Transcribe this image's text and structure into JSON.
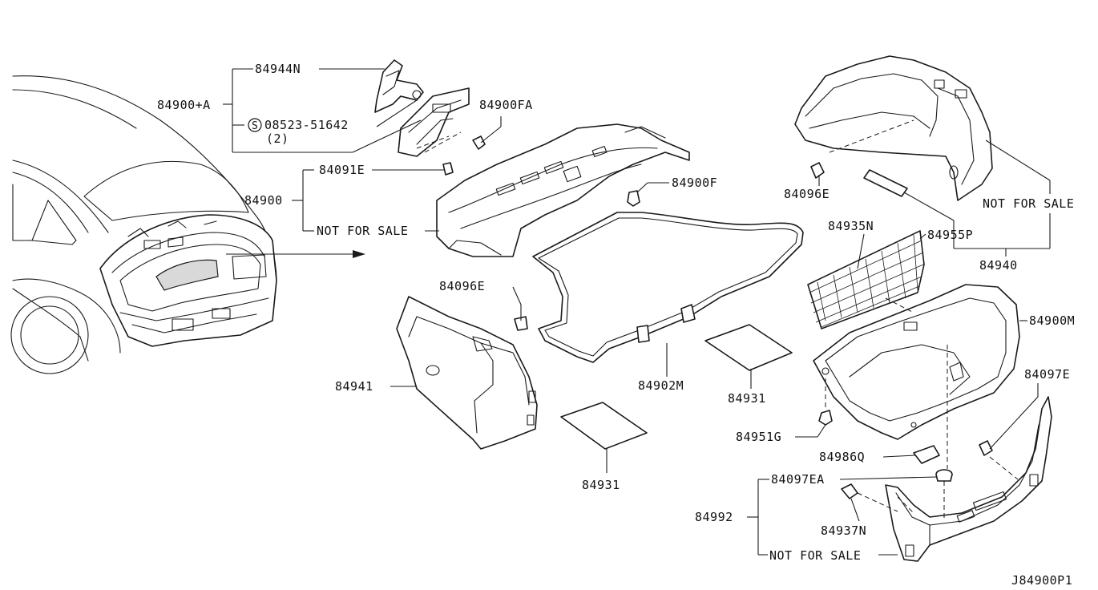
{
  "diagram_id": "J84900P1",
  "labels": {
    "l_84944N": "84944N",
    "l_84900A": "84900+A",
    "l_08523": "08523-51642",
    "l_08523_qty": "(2)",
    "l_s_symbol": "S",
    "l_84900FA": "84900FA",
    "l_84091E": "84091E",
    "l_84900": "84900",
    "l_nfs_1": "NOT FOR SALE",
    "l_84900F": "84900F",
    "l_84096E_top": "84096E",
    "l_nfs_2": "NOT FOR SALE",
    "l_84935N": "84935N",
    "l_84955P": "84955P",
    "l_84940": "84940",
    "l_84096E_mid": "84096E",
    "l_84900M": "84900M",
    "l_84941": "84941",
    "l_84902M": "84902M",
    "l_84931_a": "84931",
    "l_84931_b": "84931",
    "l_84097E": "84097E",
    "l_84951G": "84951G",
    "l_84986Q": "84986Q",
    "l_84097EA": "84097EA",
    "l_84992": "84992",
    "l_84937N": "84937N",
    "l_nfs_3": "NOT FOR SALE"
  }
}
